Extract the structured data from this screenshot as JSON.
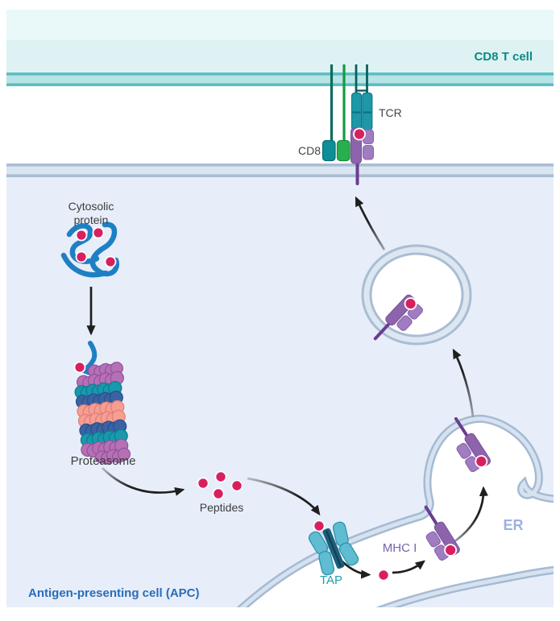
{
  "diagram": {
    "t_cell": {
      "label": "CD8 T cell"
    },
    "apc": {
      "label": "Antigen-presenting cell (APC)"
    },
    "synapse": {
      "tcr_label": "TCR",
      "cd8_label": "CD8"
    },
    "pathway": {
      "cytosolic_protein_line1": "Cytosolic",
      "cytosolic_protein_line2": "protein",
      "proteasome": "Proteasome",
      "peptides": "Peptides",
      "tap": "TAP",
      "mhc1": "MHC I",
      "er": "ER"
    },
    "colors": {
      "t_cell_label": "#0E8A84",
      "apc_label": "#2B6CB8",
      "tap_label": "#1F9FAE",
      "mhc1_label": "#7663AB",
      "er_label": "#9DB1E0",
      "peptide": "#D8205F",
      "mhc_purple": "#8D64AB",
      "tcr_teal": "#1E98A8",
      "cd8_green": "#27B04D",
      "protein_blue": "#1F7FC4",
      "t_cell_membrane": "#5CBEC1",
      "apc_membrane": "#A9BDD3",
      "er_membrane": "#A5BAD2",
      "tap_body": "#5FBCD1"
    }
  }
}
